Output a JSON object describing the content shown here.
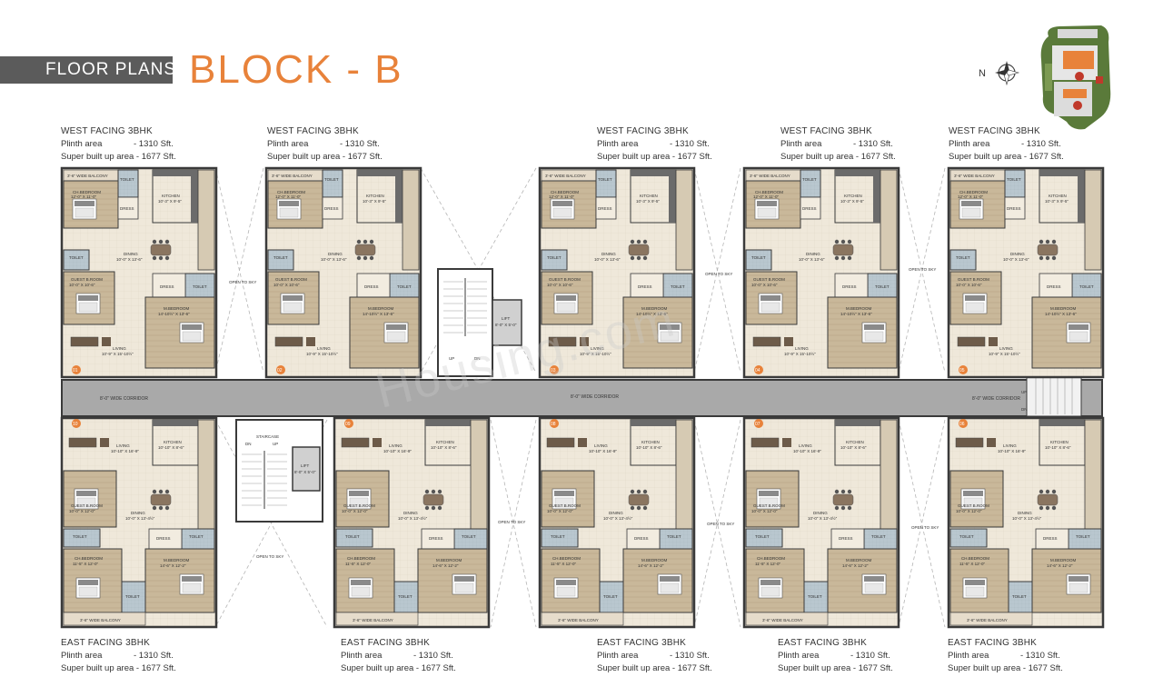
{
  "header": {
    "section_label": "FLOOR PLANS",
    "block_title": "BLOCK - B",
    "north_label": "N"
  },
  "watermark": "Housing.com",
  "corridor": {
    "label": "8'-0\" WIDE CORRIDOR"
  },
  "common_labels": {
    "open_to_sky": "OPEN TO SKY",
    "lift": "LIFT",
    "lift_size": "8'-0\" X 5'-0\"",
    "staircase": "STAIRCASE",
    "up": "UP",
    "dn": "DN"
  },
  "units_top": [
    {
      "facing": "WEST FACING 3BHK",
      "plinth_label": "Plinth area",
      "plinth_value": "- 1310 Sft.",
      "super_label": "Super built up area",
      "super_value": "- 1677 Sft.",
      "number": "01"
    },
    {
      "facing": "WEST FACING 3BHK",
      "plinth_label": "Plinth area",
      "plinth_value": "- 1310 Sft.",
      "super_label": "Super built up area",
      "super_value": "- 1677 Sft.",
      "number": "02"
    },
    {
      "facing": "WEST FACING 3BHK",
      "plinth_label": "Plinth area",
      "plinth_value": "- 1310 Sft.",
      "super_label": "Super built up area",
      "super_value": "- 1677 Sft.",
      "number": "03"
    },
    {
      "facing": "WEST FACING 3BHK",
      "plinth_label": "Plinth area",
      "plinth_value": "- 1310 Sft.",
      "super_label": "Super built up area",
      "super_value": "- 1677 Sft.",
      "number": "04"
    },
    {
      "facing": "WEST FACING 3BHK",
      "plinth_label": "Plinth area",
      "plinth_value": "- 1310 Sft.",
      "super_label": "Super built up area",
      "super_value": "- 1677 Sft.",
      "number": "05"
    }
  ],
  "units_bottom": [
    {
      "facing": "EAST FACING 3BHK",
      "plinth_label": "Plinth area",
      "plinth_value": "- 1310 Sft.",
      "super_label": "Super built up area",
      "super_value": "- 1677 Sft.",
      "number": "10"
    },
    {
      "facing": "EAST FACING 3BHK",
      "plinth_label": "Plinth area",
      "plinth_value": "- 1310 Sft.",
      "super_label": "Super built up area",
      "super_value": "- 1677 Sft.",
      "number": "09"
    },
    {
      "facing": "EAST FACING 3BHK",
      "plinth_label": "Plinth area",
      "plinth_value": "- 1310 Sft.",
      "super_label": "Super built up area",
      "super_value": "- 1677 Sft.",
      "number": "08"
    },
    {
      "facing": "EAST FACING 3BHK",
      "plinth_label": "Plinth area",
      "plinth_value": "- 1310 Sft.",
      "super_label": "Super built up area",
      "super_value": "- 1677 Sft.",
      "number": "07"
    },
    {
      "facing": "EAST FACING 3BHK",
      "plinth_label": "Plinth area",
      "plinth_value": "- 1310 Sft.",
      "super_label": "Super built up area",
      "super_value": "- 1677 Sft.",
      "number": "06"
    }
  ],
  "room_labels_top": {
    "balcony": "3'-6\" WIDE BALCONY",
    "child_bedroom": "CH.BEDROOM",
    "child_bedroom_size": "12'-0\" X 11'-0\"",
    "kitchen": "KITCHEN",
    "kitchen_size": "10'-3\" X 9'-5\"",
    "toilet": "TOILET",
    "dress": "DRESS",
    "dining": "DINING",
    "dining_size": "10'-0\" X 13'-6\"",
    "guest_room": "GUEST B.ROOM",
    "guest_room_size": "10'-0\" X 10'-6\"",
    "master_bedroom": "M.BEDROOM",
    "master_bedroom_size": "14'-10½\" X 13'-6\"",
    "living": "LIVING",
    "living_size": "10'-9\" X 15'-10½\""
  },
  "room_labels_bottom": {
    "balcony": "3'-6\" WIDE BALCONY",
    "living": "LIVING",
    "living_size": "10'-10\" X 16'-9\"",
    "kitchen": "KITCHEN",
    "kitchen_size": "10'-10\" X 8'-6\"",
    "guest_room": "GUEST B.ROOM",
    "guest_room_size": "10'-0\" X 12'-0\"",
    "dining": "DINING",
    "dining_size": "10'-0\" X 13'-4½\"",
    "toilet": "TOILET",
    "dress": "DRESS",
    "child_bedroom": "CH.BEDROOM",
    "child_bedroom_size": "11'-5\" X 12'-0\"",
    "master_bedroom": "M.BEDROOM",
    "master_bedroom_size": "14'-6\" X 12'-2\""
  },
  "colors": {
    "accent_orange": "#e8823a",
    "header_band": "#5b5b5b",
    "wall": "#3a3a3a",
    "floor_wood": "#c9b89a",
    "floor_tile": "#efe8da",
    "bath_tile": "#b9c7cf",
    "corridor": "#a9a9a9",
    "site_green": "#5a7a3a"
  }
}
